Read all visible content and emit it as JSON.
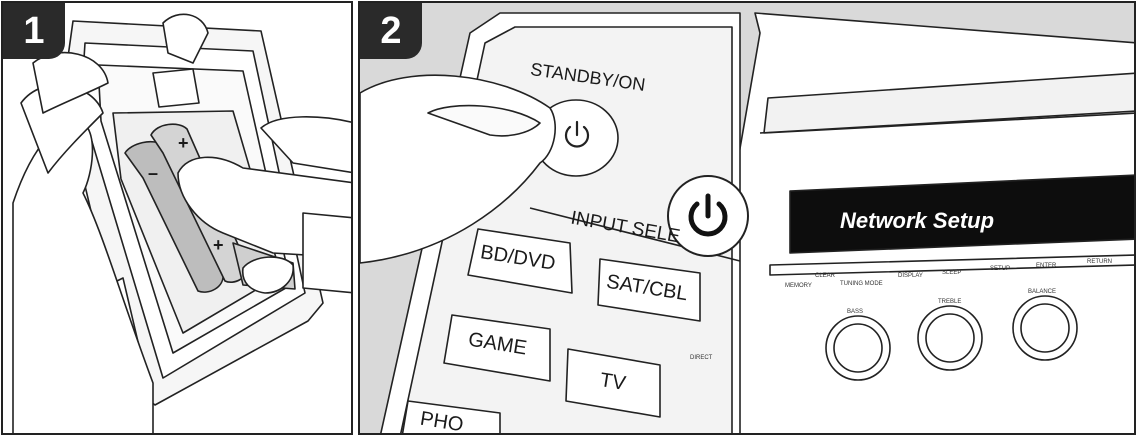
{
  "steps": {
    "step1": "1",
    "step2": "2"
  },
  "battery": {
    "minus": "–",
    "plus_top": "+",
    "plus_bottom": "+"
  },
  "remote": {
    "standby": "STANDBY/ON",
    "input_selector": "INPUT SELE",
    "bd_dvd": "BD/DVD",
    "sat_cbl": "SAT/CBL",
    "game": "GAME",
    "tv": "TV",
    "phono_partial": "PHO"
  },
  "receiver": {
    "display": "Network Setup",
    "direct": "DIRECT",
    "memory": "MEMORY",
    "clear": "CLEAR",
    "tuning_mode": "TUNING MODE",
    "display_btn": "DISPLAY",
    "sleep": "SLEEP",
    "setup": "SETUP",
    "enter": "ENTER",
    "return": "RETURN",
    "bass": "BASS",
    "treble": "TREBLE",
    "balance": "BALANCE"
  },
  "colors": {
    "panel_bg": "#ffffff",
    "grey_bg": "#d8d8d8",
    "display_bg": "#0d0d0d",
    "outline": "#222222"
  },
  "icons": [
    "power-icon",
    "power-button-icon"
  ]
}
